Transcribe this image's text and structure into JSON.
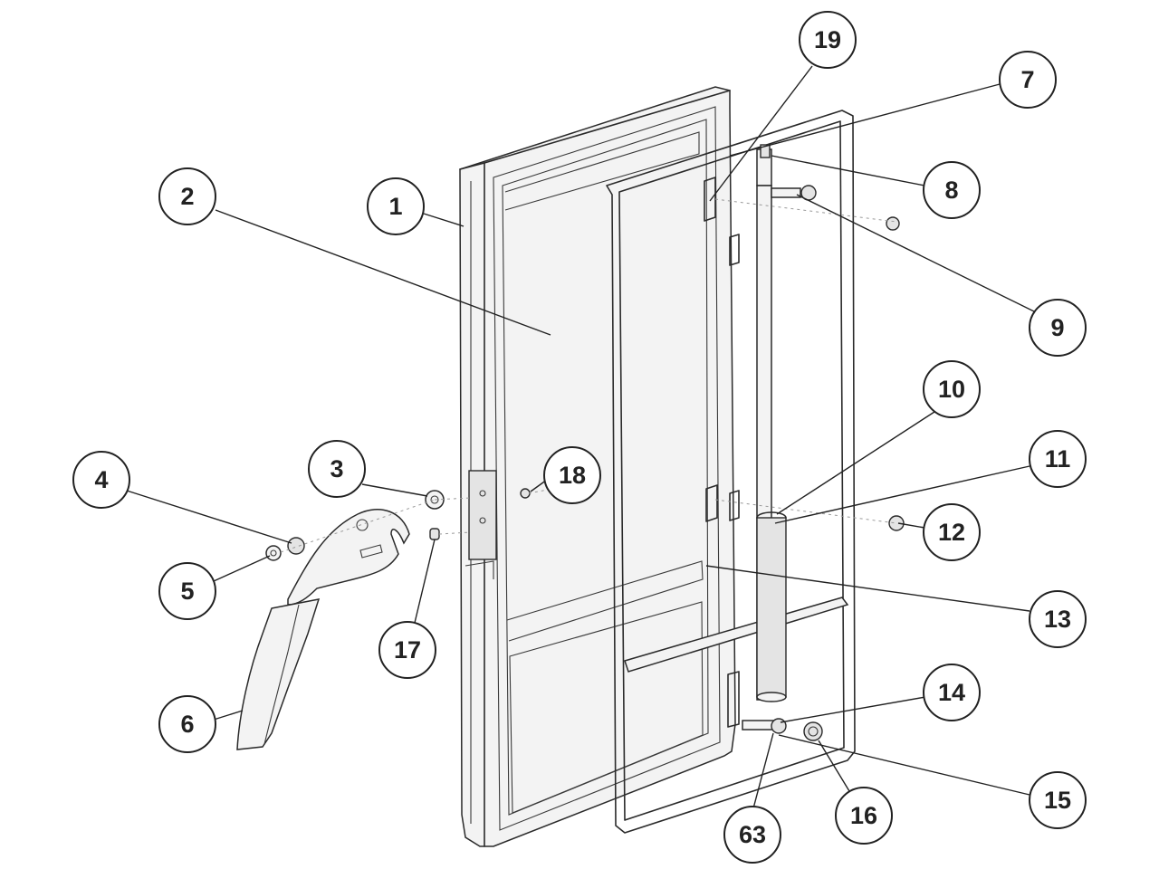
{
  "diagram": {
    "title": "Door assembly exploded view",
    "callouts": [
      {
        "id": "1",
        "label": "1"
      },
      {
        "id": "2",
        "label": "2"
      },
      {
        "id": "3",
        "label": "3"
      },
      {
        "id": "4",
        "label": "4"
      },
      {
        "id": "5",
        "label": "5"
      },
      {
        "id": "6",
        "label": "6"
      },
      {
        "id": "7",
        "label": "7"
      },
      {
        "id": "8",
        "label": "8"
      },
      {
        "id": "9",
        "label": "9"
      },
      {
        "id": "10",
        "label": "10"
      },
      {
        "id": "11",
        "label": "11"
      },
      {
        "id": "12",
        "label": "12"
      },
      {
        "id": "13",
        "label": "13"
      },
      {
        "id": "14",
        "label": "14"
      },
      {
        "id": "15",
        "label": "15"
      },
      {
        "id": "16",
        "label": "16"
      },
      {
        "id": "17",
        "label": "17"
      },
      {
        "id": "18",
        "label": "18"
      },
      {
        "id": "19",
        "label": "19"
      },
      {
        "id": "63",
        "label": "63"
      }
    ]
  }
}
